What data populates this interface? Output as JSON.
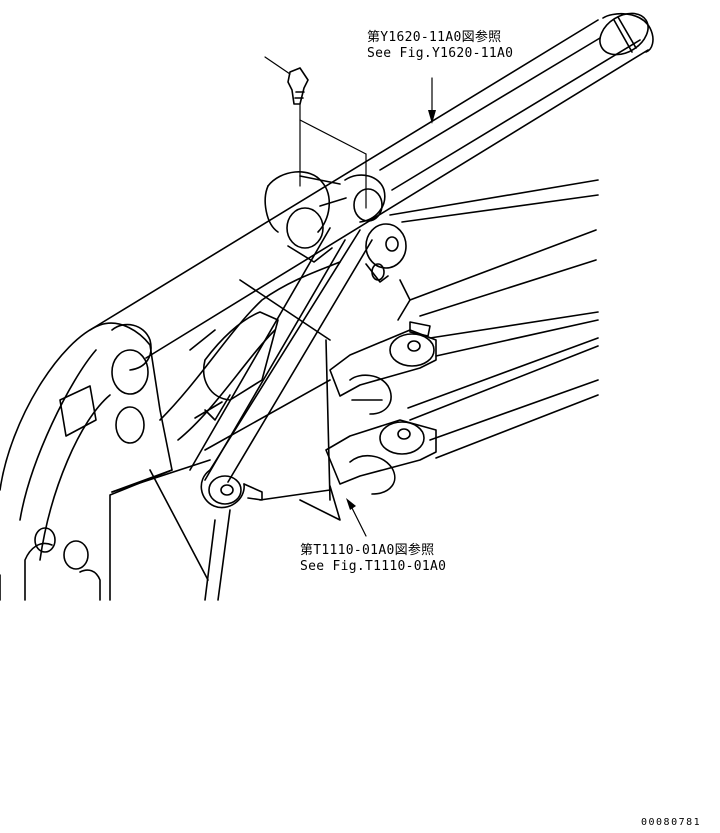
{
  "references": {
    "top": {
      "jp": "第Y1620-11A0図参照",
      "en": "See Fig.Y1620-11A0"
    },
    "bottom": {
      "jp": "第T1110-01A0図参照",
      "en": "See Fig.T1110-01A0"
    }
  },
  "drawing_number": "00080781",
  "colors": {
    "line": "#000000",
    "background": "#ffffff"
  }
}
